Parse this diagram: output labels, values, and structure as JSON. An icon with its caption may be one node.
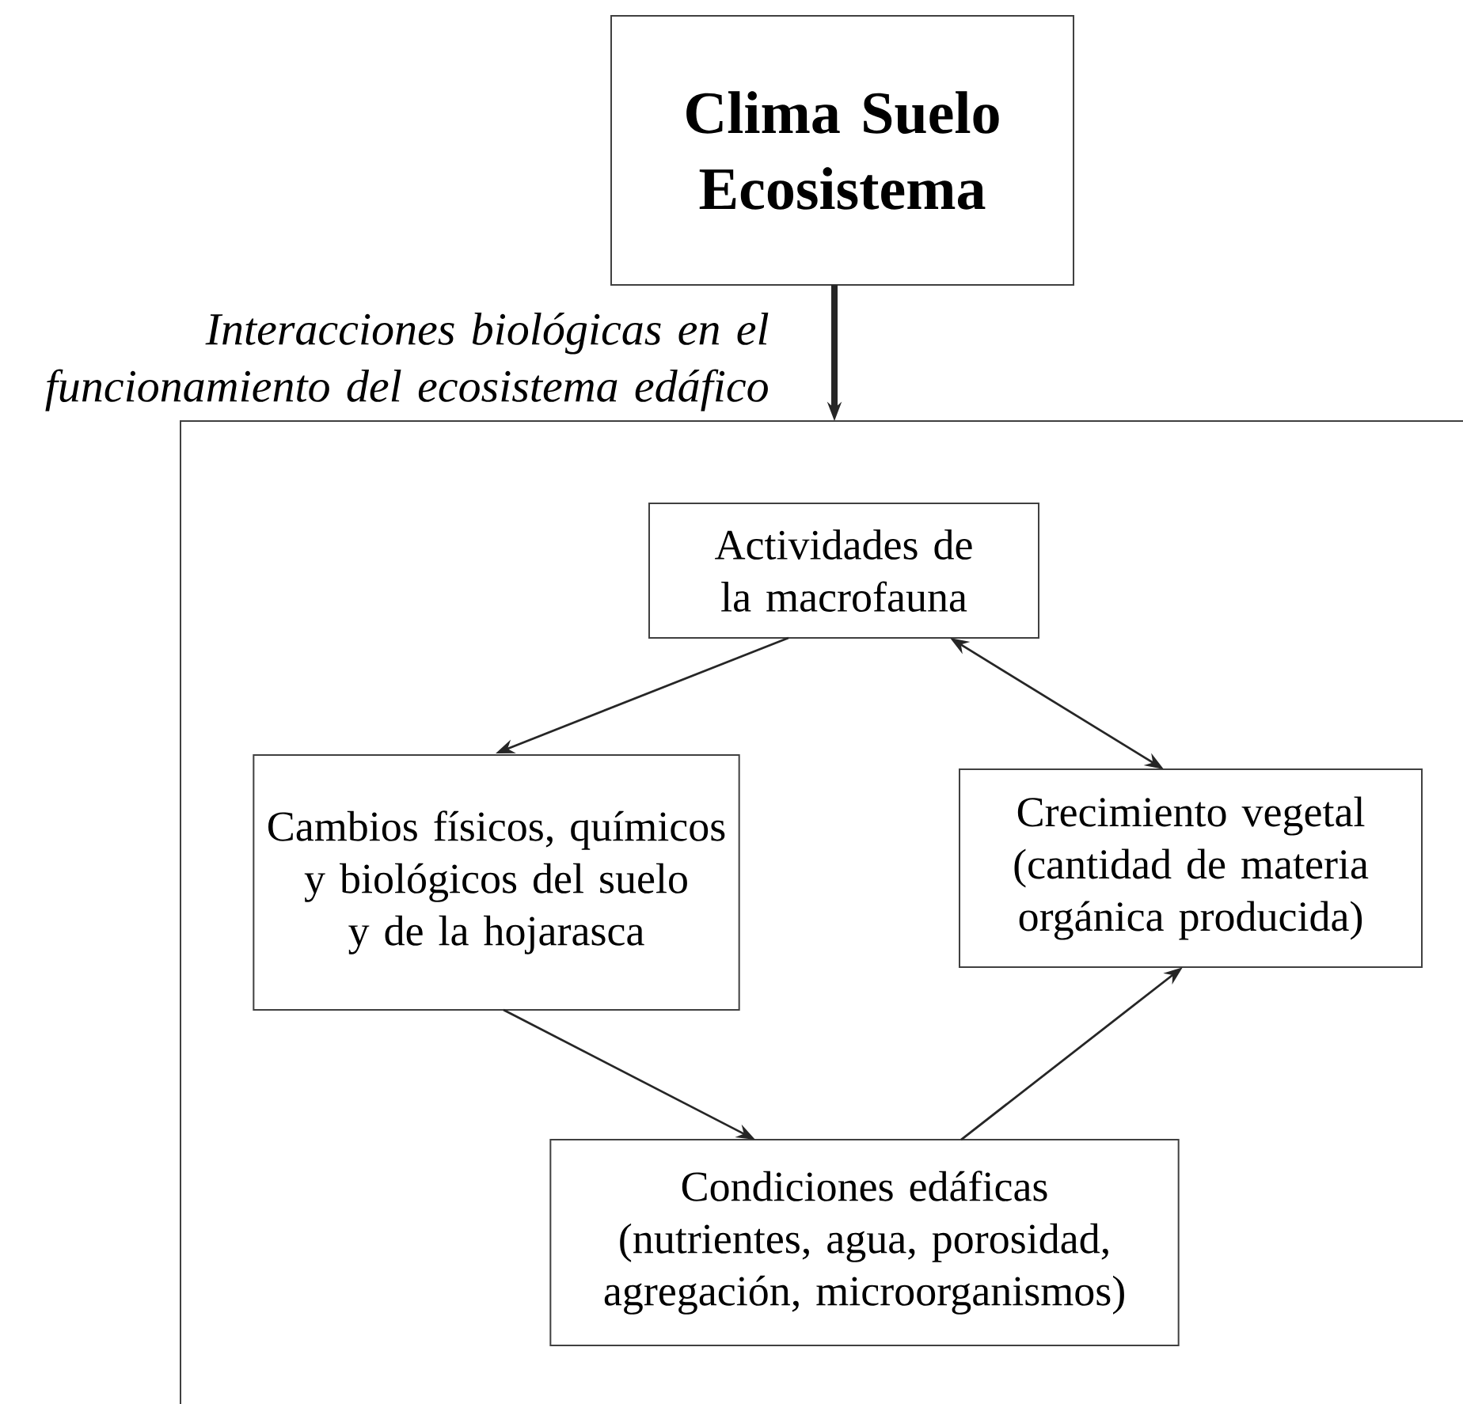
{
  "diagram": {
    "nodes": [
      {
        "text": [
          "Clima Suelo Ecosistema"
        ]
      },
      {
        "text": [
          "Interacciones biológicas en el funcionamiento del ecosistema edáfico"
        ]
      },
      {
        "text": [
          "Actividades de la macrofauna"
        ],
        "in": 1
      },
      {
        "text": [
          "Cambios físicos, químicos y biológicos del suelo y de la hojarasca"
        ],
        "in": 1
      },
      {
        "text": [
          "Crecimiento vegetal (cantidad de materia orgánica producida)"
        ],
        "in": 1
      },
      {
        "text": [
          "Condiciones edáficas (nutrientes, agua, porosidad, agregación, microorganismos)"
        ],
        "in": 1
      }
    ],
    "edges": [
      {
        "from": 0,
        "to": 1,
        "arrow": "to",
        "style": "thick"
      },
      {
        "from": 2,
        "to": 3,
        "arrow": "to"
      },
      {
        "from": 2,
        "to": 4,
        "arrow": "both"
      },
      {
        "from": 3,
        "to": 5,
        "arrow": "to"
      },
      {
        "from": 5,
        "to": 4,
        "arrow": "to"
      }
    ]
  }
}
